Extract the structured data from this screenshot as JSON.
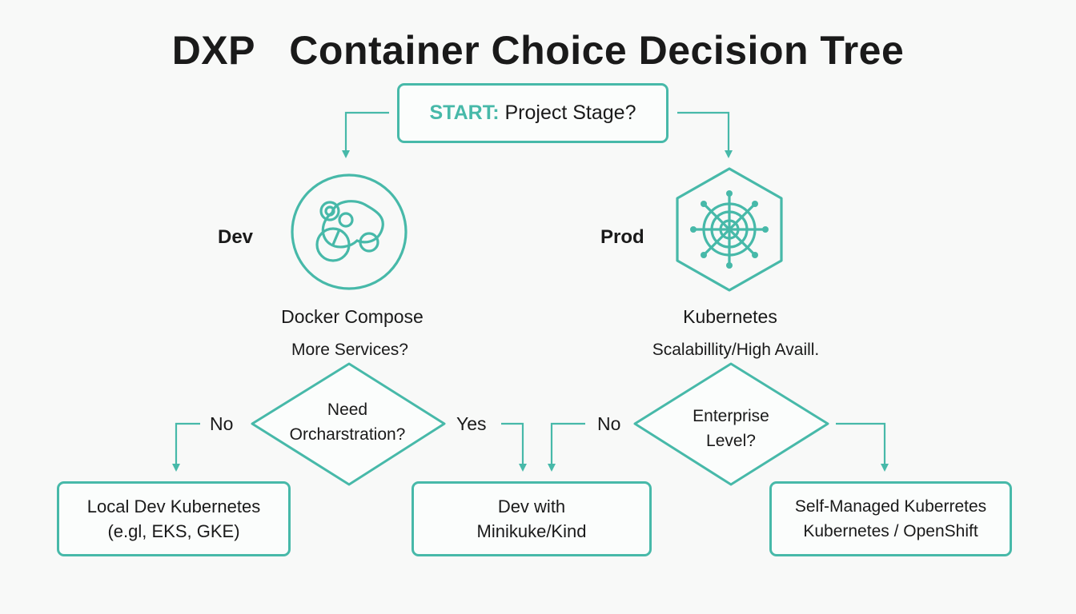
{
  "title": {
    "part1": "DXP",
    "part2": "Container Choice Decision Tree"
  },
  "start": {
    "prefix": "START:",
    "question": "Project Stage?"
  },
  "branches": {
    "dev": {
      "label": "Dev",
      "tool": "Docker Compose",
      "question": "More Services?",
      "decision": {
        "line1": "Need",
        "line2": "Orcharstration?"
      },
      "no_label": "No",
      "yes_label": "Yes"
    },
    "prod": {
      "label": "Prod",
      "tool": "Kubernetes",
      "question": "Scalabillity/High Availl.",
      "decision": {
        "line1": "Enterprise",
        "line2": "Level?"
      },
      "no_label": "No"
    }
  },
  "outcomes": [
    {
      "line1": "Local Dev Kubernetes",
      "line2": "(e.gl, EKS, GKE)"
    },
    {
      "line1": "Dev with",
      "line2": "Minikuke/Kind"
    },
    {
      "line1": "Self-Managed Kuberretes",
      "line2": "Kubernetes / OpenShift"
    }
  ],
  "icons": {
    "dev": "docker-compose-icon",
    "prod": "kubernetes-helm-icon"
  },
  "colors": {
    "accent": "#47b9a9",
    "text": "#1a1a1a",
    "background": "#f8f9f8"
  }
}
